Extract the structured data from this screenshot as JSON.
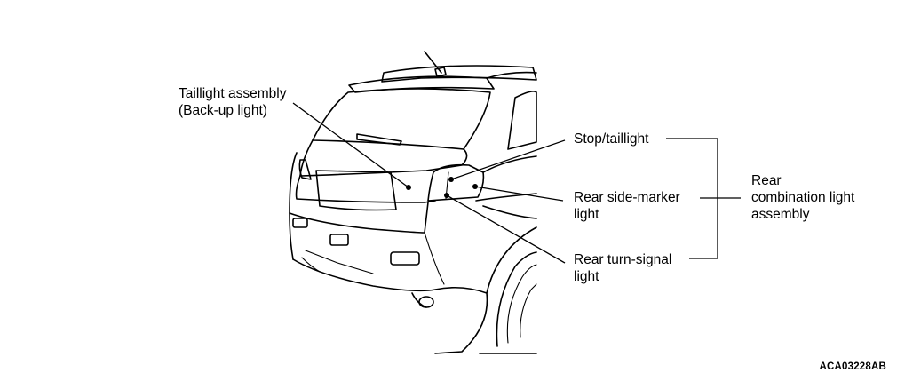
{
  "labels": {
    "taillight_assembly": {
      "line1": "Taillight assembly",
      "line2": "(Back-up light)"
    },
    "stop_taillight": "Stop/taillight",
    "rear_side_marker": {
      "line1": "Rear side-marker",
      "line2": "light"
    },
    "rear_turn_signal": {
      "line1": "Rear turn-signal",
      "line2": "light"
    },
    "rear_combination": {
      "line1": "Rear",
      "line2": "combination light",
      "line3": "assembly"
    }
  },
  "figure_code": "ACA03228AB"
}
